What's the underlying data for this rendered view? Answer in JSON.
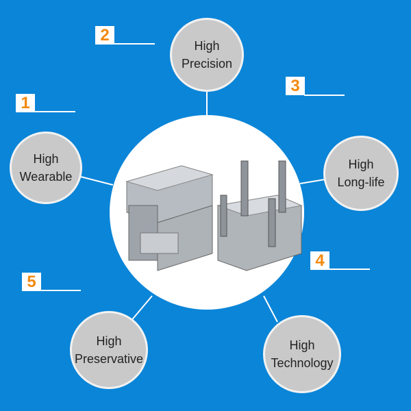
{
  "features": [
    {
      "number": "1",
      "line1": "High",
      "line2": "Wearable"
    },
    {
      "number": "2",
      "line1": "High",
      "line2": "Precision"
    },
    {
      "number": "3",
      "line1": "High",
      "line2": "Long-life"
    },
    {
      "number": "4",
      "line1": "High",
      "line2": "Technology"
    },
    {
      "number": "5",
      "line1": "High",
      "line2": "Preservative"
    }
  ],
  "colors": {
    "background": "#0a85d8",
    "circle": "#c9c9c9",
    "badge_text": "#f28a12"
  }
}
